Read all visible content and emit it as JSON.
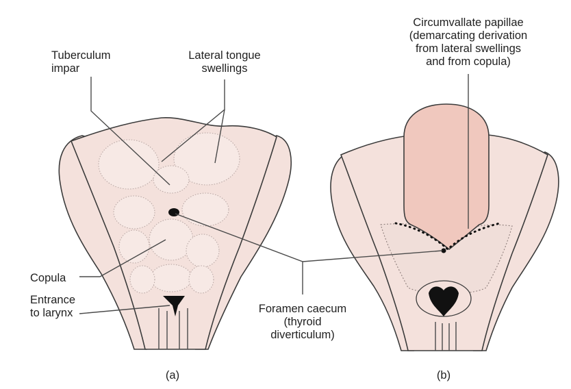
{
  "labels": {
    "circumvallate": [
      "Circumvallate papillae",
      "(demarcating derivation",
      "from lateral swellings",
      "and from copula)"
    ],
    "tuberculum": [
      "Tuberculum",
      "impar"
    ],
    "lateral": [
      "Lateral tongue",
      "swellings"
    ],
    "copula": "Copula",
    "entrance": [
      "Entrance",
      "to larynx"
    ],
    "foramen": [
      "Foramen caecum",
      "(thyroid",
      "diverticulum)"
    ],
    "panel_a": "(a)",
    "panel_b": "(b)"
  },
  "colors": {
    "tissue": "#f4e1dc",
    "tongue_body": "#f0c8be",
    "outline": "#3b3b3b",
    "dark": "#111111"
  }
}
